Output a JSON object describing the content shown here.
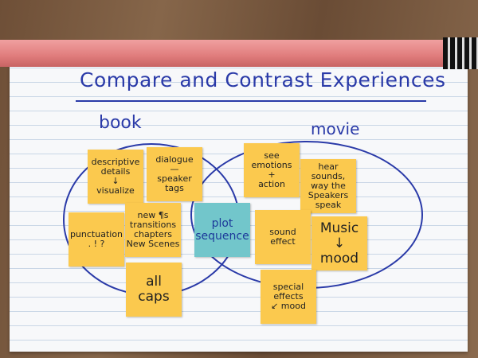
{
  "title": "Compare and Contrast Experiences",
  "labels": {
    "left": "book",
    "right": "movie"
  },
  "colors": {
    "marker": "#2a3aa8",
    "sticky_yellow": "#fbc94e",
    "sticky_teal": "#72c6cb",
    "pencil": "#e88a8a"
  },
  "book_notes": [
    {
      "lines": [
        "descriptive",
        "details",
        "↓",
        "visualize"
      ]
    },
    {
      "lines": [
        "dialogue",
        "—",
        "speaker",
        "tags"
      ]
    },
    {
      "lines": [
        "punctuation",
        ". ! ?"
      ]
    },
    {
      "lines": [
        "new ¶s",
        "transitions",
        "chapters",
        "New Scenes"
      ]
    },
    {
      "lines": [
        "all",
        "caps"
      ]
    }
  ],
  "shared_notes": [
    {
      "lines": [
        "plot",
        "sequence"
      ]
    }
  ],
  "movie_notes": [
    {
      "lines": [
        "see",
        "emotions",
        "+",
        "action"
      ]
    },
    {
      "lines": [
        "hear",
        "sounds,",
        "way the",
        "Speakers",
        "speak"
      ]
    },
    {
      "lines": [
        "sound",
        "effect"
      ]
    },
    {
      "lines": [
        "Music",
        "↓",
        "mood"
      ]
    },
    {
      "lines": [
        "special",
        "effects",
        "↙ mood"
      ]
    }
  ]
}
